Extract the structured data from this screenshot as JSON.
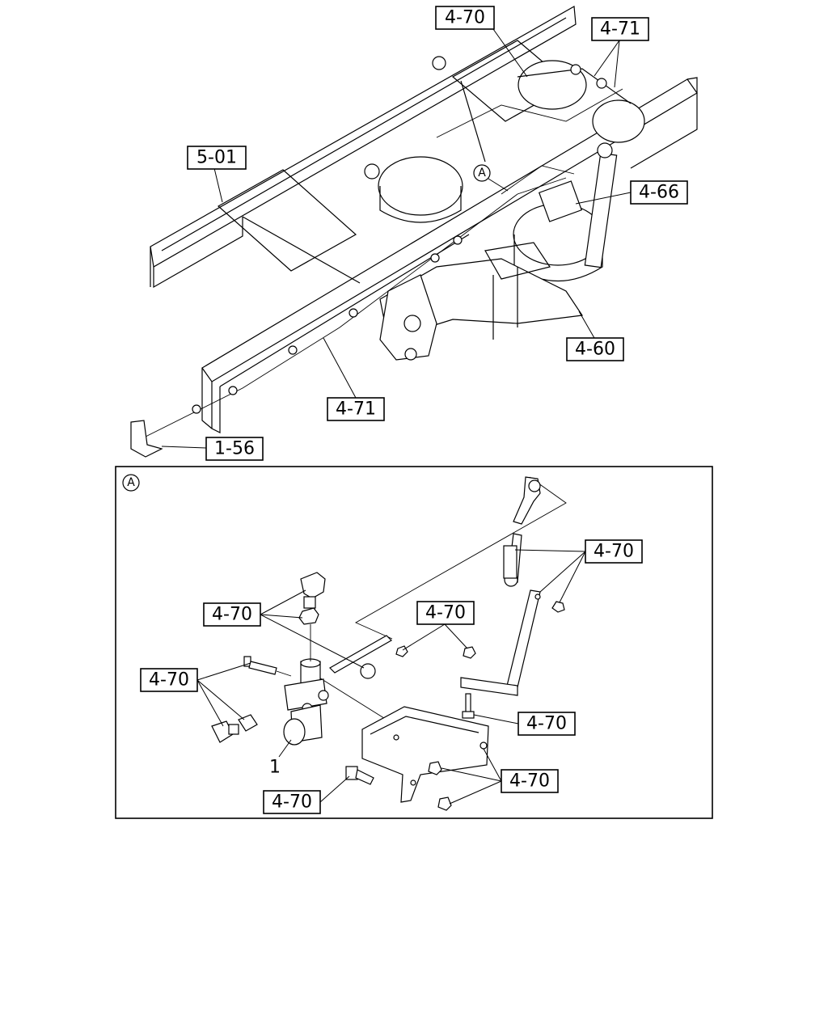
{
  "labels": {
    "top_4_70": "4-70",
    "top_4_71": "4-71",
    "frame_5_01": "5-01",
    "height_4_66": "4-66",
    "spring_4_60": "4-60",
    "line_4_71": "4-71",
    "bracket_1_56": "1-56",
    "det_4_70_rod": "4-70",
    "det_4_70_left": "4-70",
    "det_4_70_mid": "4-70",
    "det_4_70_valve": "4-70",
    "det_4_70_bolt": "4-70",
    "det_4_70_nuts": "4-70",
    "det_4_70_bottom": "4-70"
  },
  "detail": {
    "marker": "A",
    "ref_marker": "A",
    "part_number": "1"
  }
}
